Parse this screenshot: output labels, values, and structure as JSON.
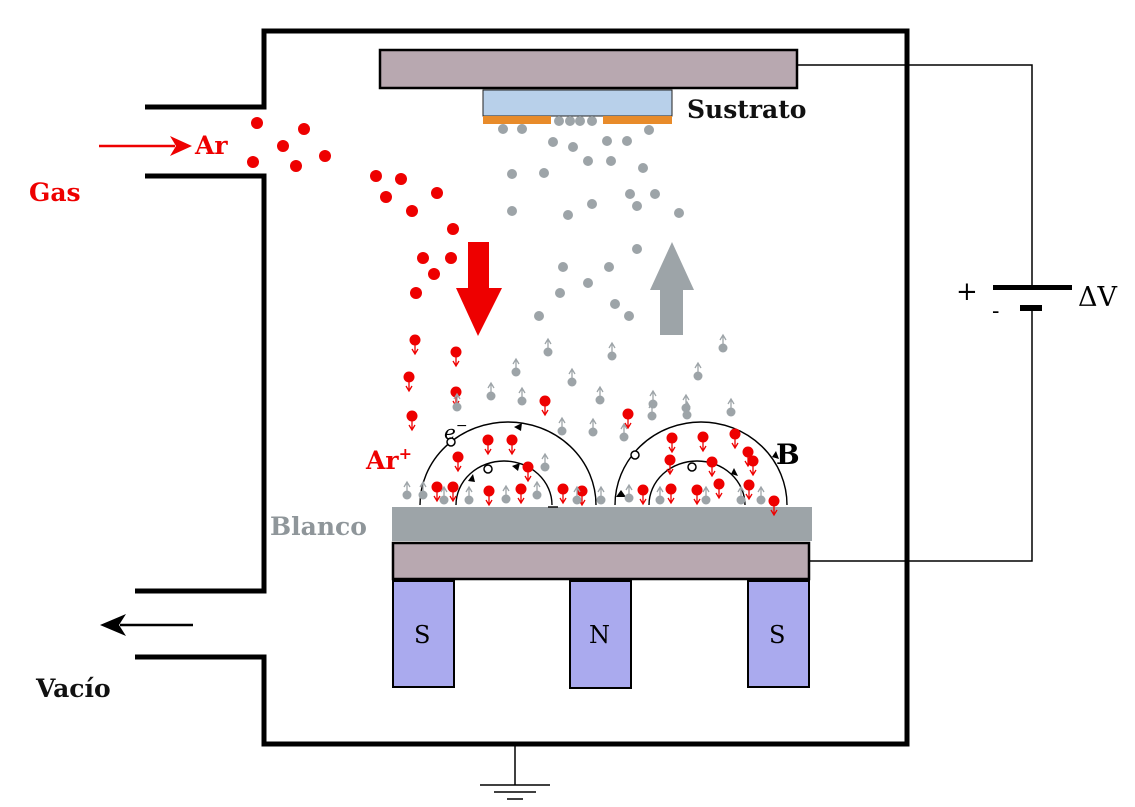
{
  "labels": {
    "gas": "Gas",
    "ar_inlet": "Ar",
    "ar_ion_base": "Ar",
    "ar_ion_sup": "+",
    "electron_base": "e",
    "electron_sup": "−",
    "magnetic_field": "B",
    "substrate": "Sustrato",
    "target": "Blanco",
    "vacuum": "Vacío",
    "plus": "+",
    "minus": "-",
    "voltage": "ΔV",
    "magnets": [
      "S",
      "N",
      "S"
    ]
  },
  "colors": {
    "argon": "#ee0000",
    "sputtered": "#9da4a8",
    "target": "#9da4a8",
    "electrode": "#b8a8b0",
    "substrate": "#b8d0ea",
    "contacts": "#e88b2a",
    "magnet": "#aaaaee",
    "line": "#000000"
  },
  "icons": {
    "gas_inlet_arrow": "arrow-right-icon",
    "vacuum_arrow": "arrow-left-icon",
    "argon_flow_arrow": "arrow-down-icon",
    "sputter_flow_arrow": "arrow-up-icon",
    "battery": "battery-icon",
    "ground": "ground-icon"
  }
}
